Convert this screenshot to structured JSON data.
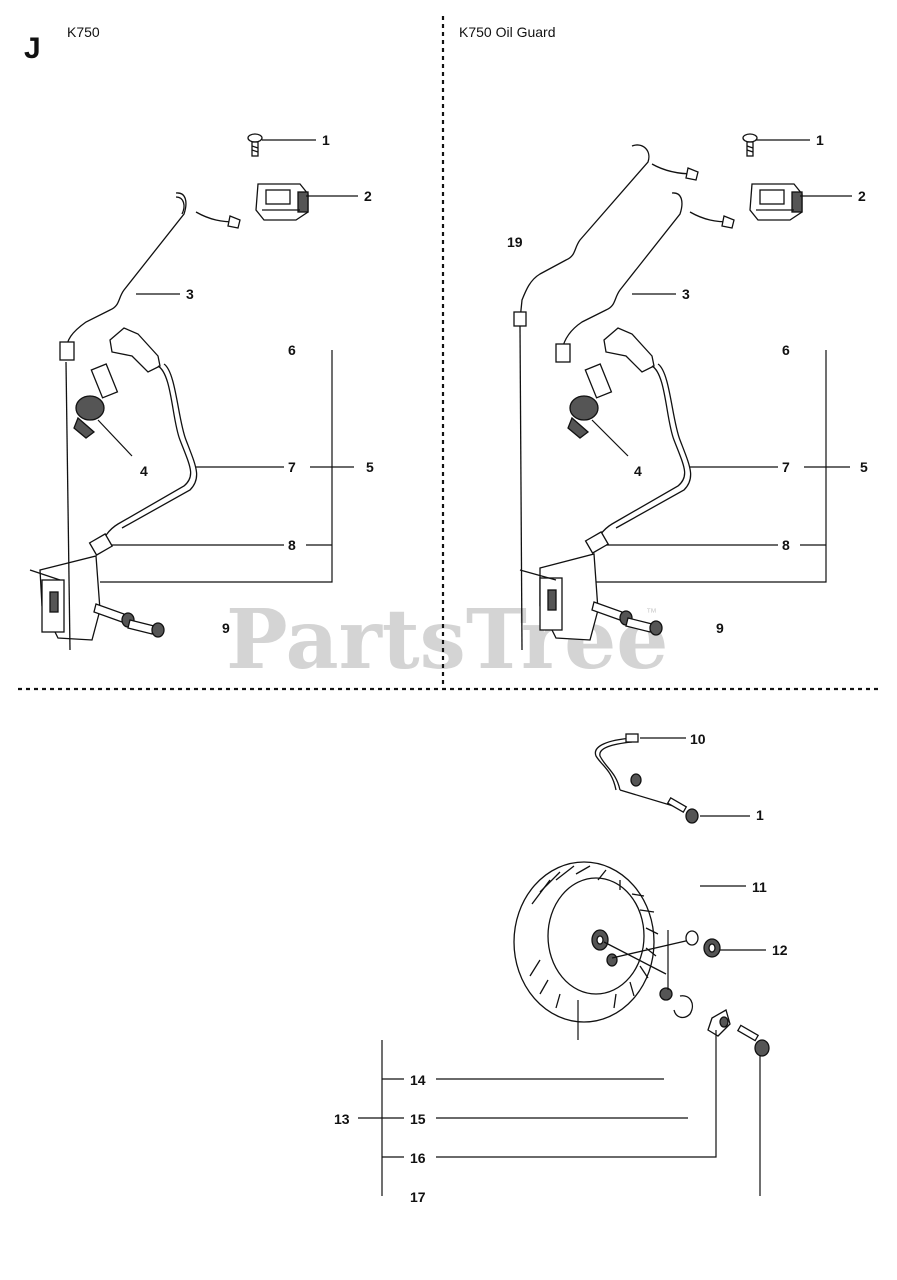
{
  "section_letter": "J",
  "panels": {
    "left": {
      "title": "K750"
    },
    "right": {
      "title": "K750 Oil Guard"
    }
  },
  "watermark": {
    "text": "PartsTree",
    "trademark": "™"
  },
  "callouts": {
    "left": [
      "1",
      "2",
      "3",
      "4",
      "5",
      "6",
      "7",
      "8",
      "9"
    ],
    "right": [
      "1",
      "2",
      "3",
      "4",
      "5",
      "6",
      "7",
      "8",
      "9",
      "19"
    ],
    "bottom": [
      "10",
      "1",
      "11",
      "12",
      "13",
      "14",
      "15",
      "16",
      "17"
    ]
  }
}
